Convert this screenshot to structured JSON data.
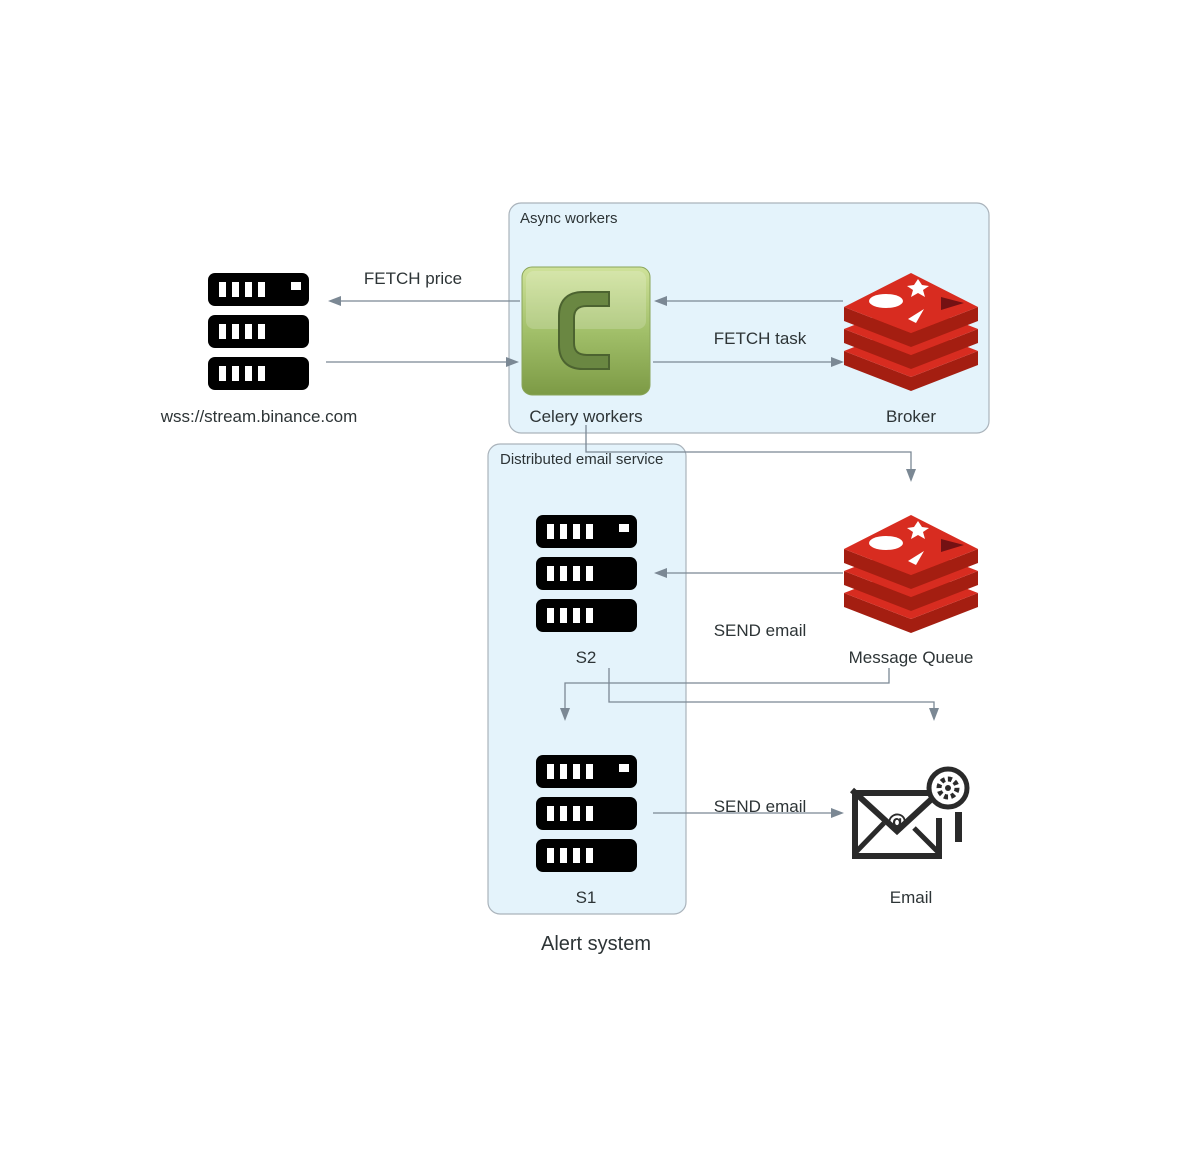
{
  "title": "Alert system",
  "clusters": {
    "async": "Async workers",
    "email_service": "Distributed email service"
  },
  "nodes": {
    "binance": "wss://stream.binance.com",
    "celery": "Celery workers",
    "broker": "Broker",
    "message_queue": "Message Queue",
    "s2": "S2",
    "s1": "S1",
    "email": "Email"
  },
  "edges": {
    "fetch_price": "FETCH price",
    "fetch_task": "FETCH task",
    "send_email_mq": "SEND email",
    "send_email_s1": "SEND email"
  },
  "colors": {
    "cluster_fill": "#e4f3fb",
    "edge": "#7b8894",
    "redis_red": "#d82c20",
    "celery_green": "#a2c06a"
  },
  "icons": {
    "server": "server-icon",
    "celery": "celery-icon",
    "redis": "redis-icon",
    "email": "email-gear-icon"
  }
}
